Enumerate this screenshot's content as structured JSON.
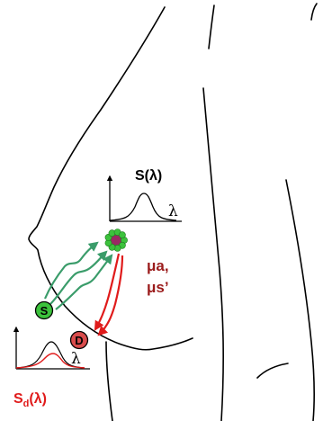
{
  "colors": {
    "source_green": "#3cc23c",
    "detector_red": "#d94c4c",
    "path_green": "#3a9c6a",
    "path_red": "#e01b1b",
    "absorber_purple": "#9a2a63",
    "label_red": "#9b1c1c",
    "label_bright_red": "#e01b1b"
  },
  "source_spectrum": {
    "label": "S(λ)",
    "axis_label": "λ"
  },
  "detected_spectrum": {
    "label_main": "S",
    "label_sub": "d",
    "label_tail": "(λ)",
    "axis_label": "λ"
  },
  "source": {
    "letter": "S"
  },
  "detector": {
    "letter": "D"
  },
  "optical_properties": {
    "line1": "μa,",
    "line2": "μs’"
  }
}
